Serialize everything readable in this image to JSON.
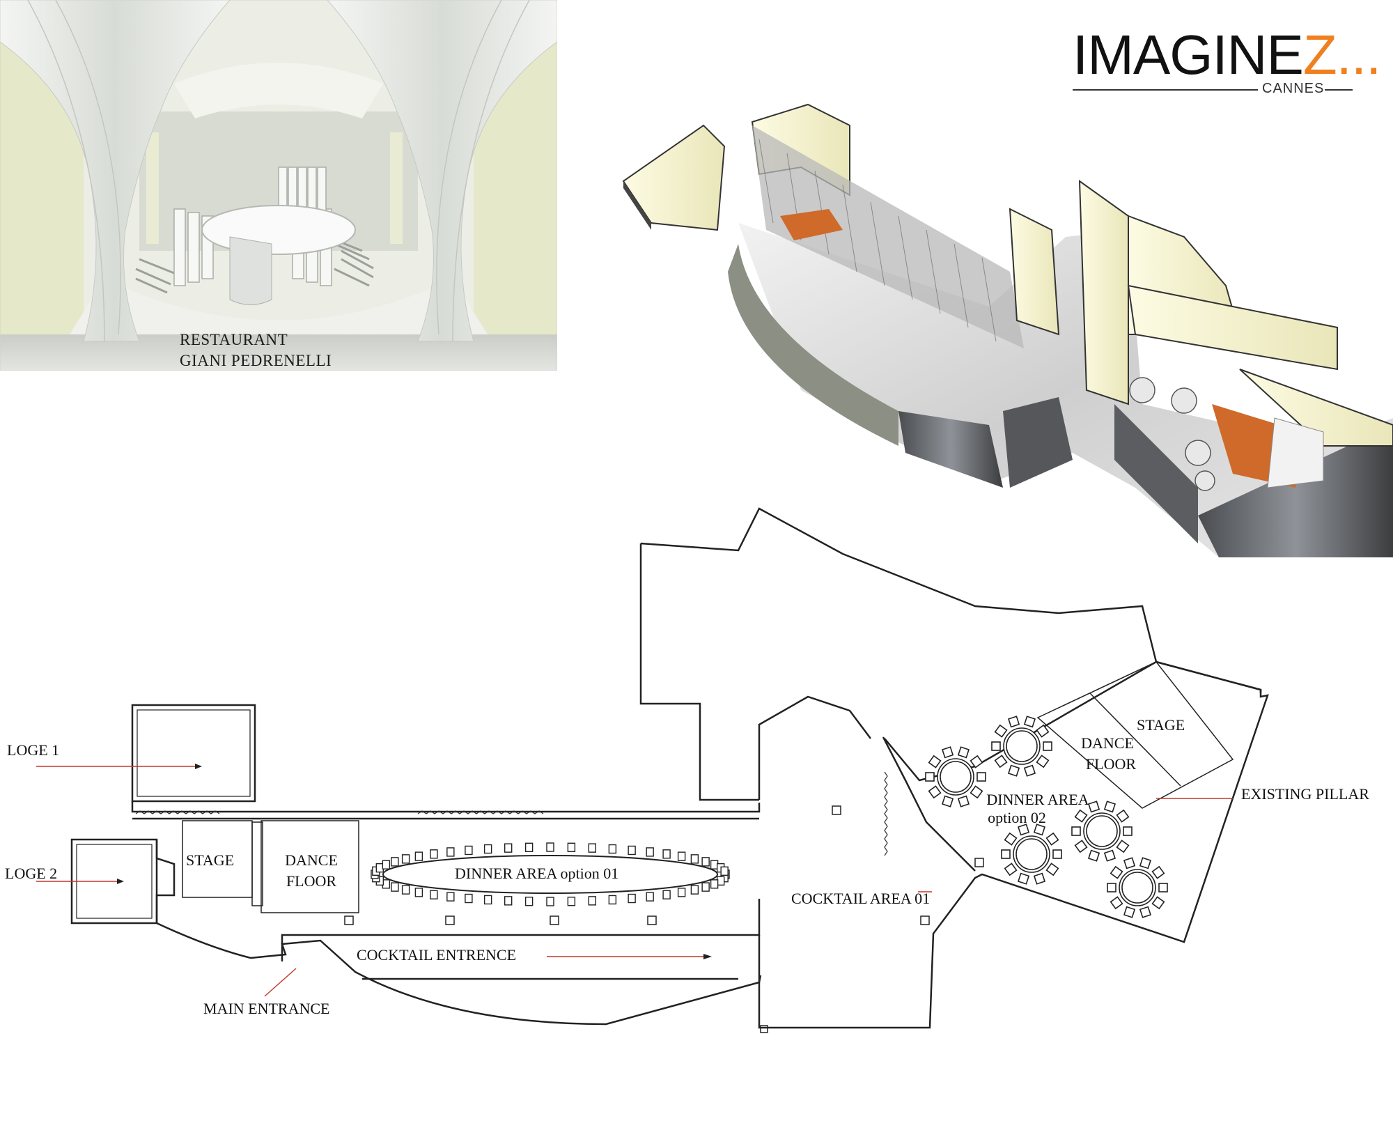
{
  "logo": {
    "brand": "IMAGINE",
    "accent": "Z...",
    "city": "CANNES",
    "accent_color": "#f07f1e"
  },
  "render": {
    "caption_line1": "RESTAURANT",
    "caption_line2": "GIANI PEDRENELLI"
  },
  "plan": {
    "labels": {
      "loge1": "LOGE 1",
      "loge2": "LOGE 2",
      "stage1": "STAGE",
      "dance1_l1": "DANCE",
      "dance1_l2": "FLOOR",
      "dinner1": "DINNER AREA option 01",
      "cocktail_entrence": "COCKTAIL ENTRENCE",
      "main_entrance": "MAIN ENTRANCE",
      "cocktail_area": "COCKTAIL AREA 01",
      "dinner2_l1": "DINNER AREA",
      "dinner2_l2": "option 02",
      "dance2_l1": "DANCE",
      "dance2_l2": "FLOOR",
      "stage2": "STAGE",
      "pillar": "EXISTING PILLAR"
    },
    "pointer_color": "#c0392b"
  }
}
